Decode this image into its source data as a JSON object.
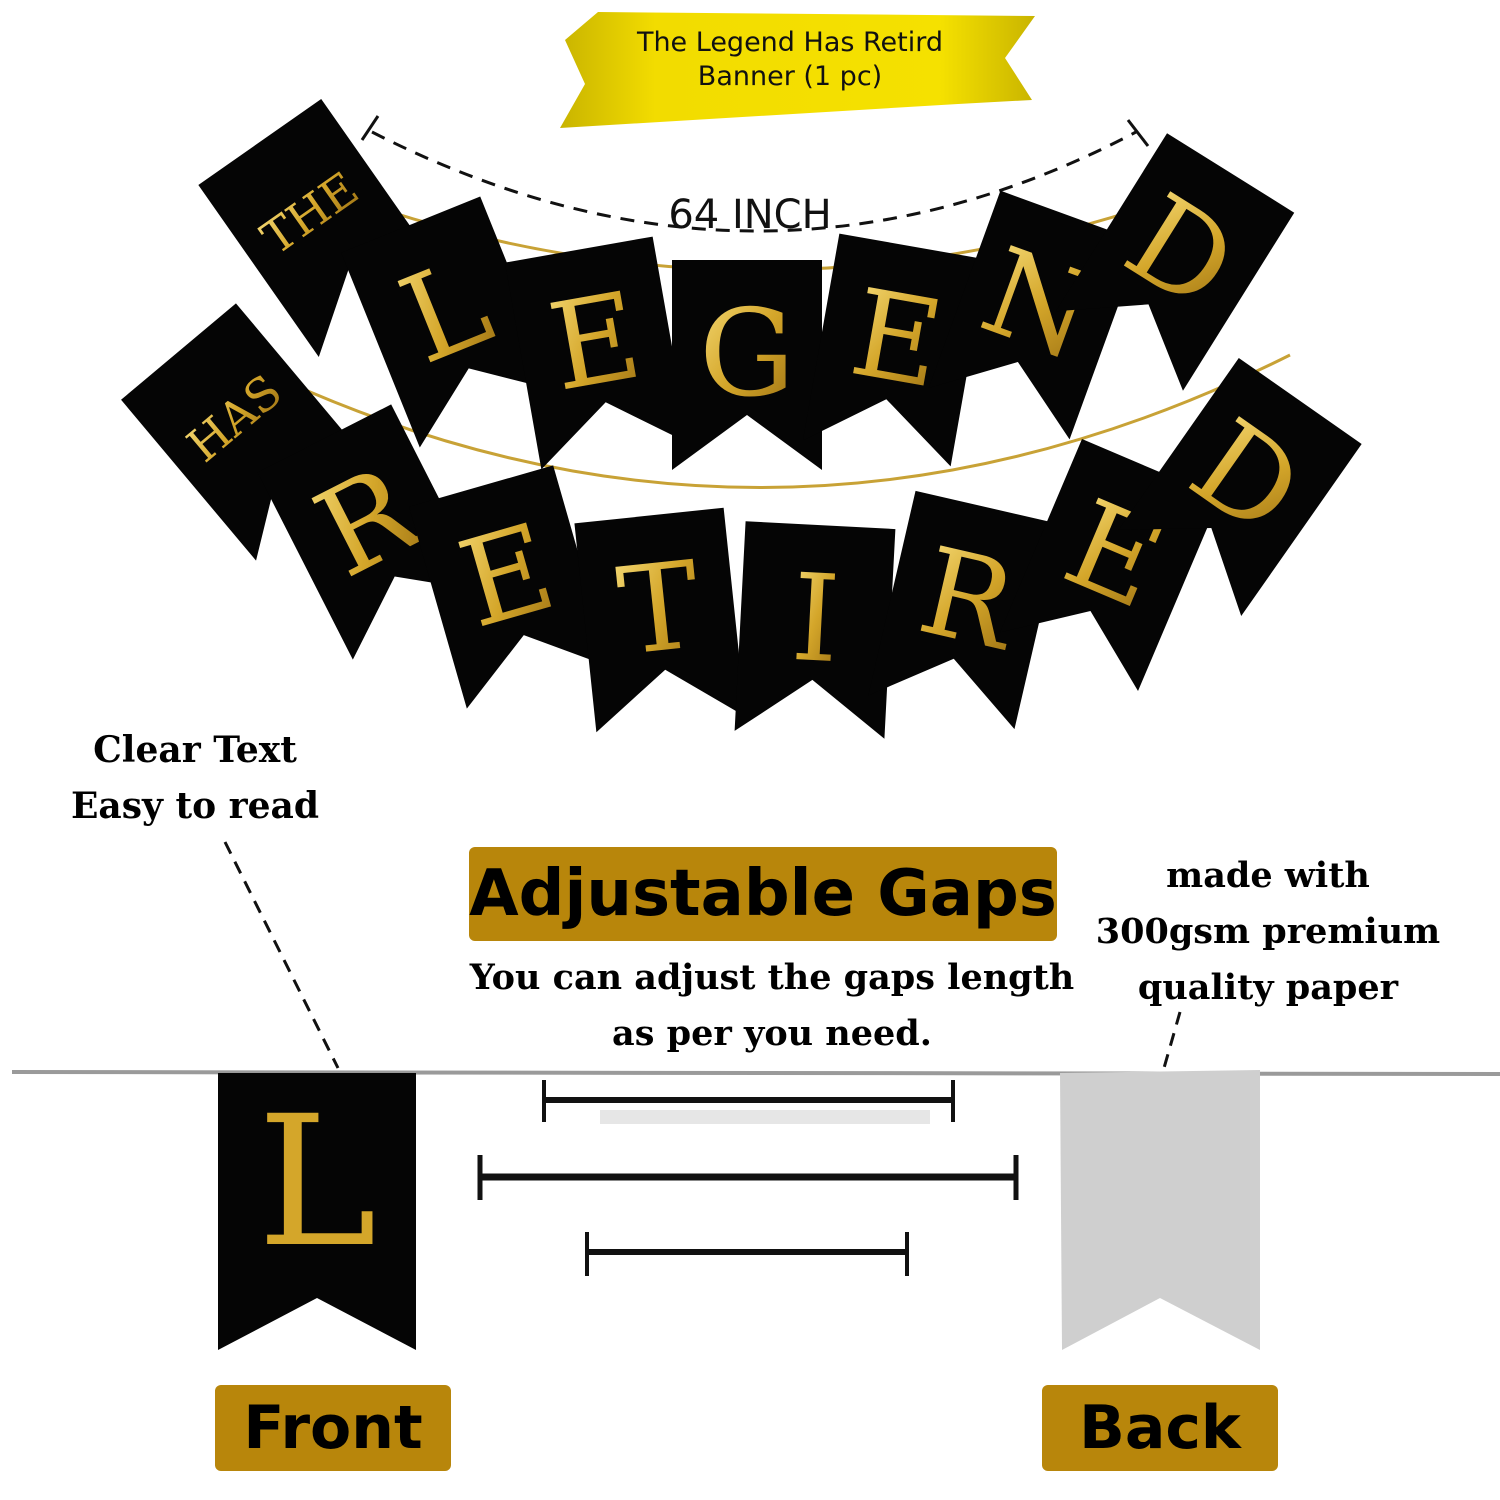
{
  "header": {
    "ribbon_text": "The Legend Has Retird Banner (1 pc)",
    "ribbon_color": "#f2dc00"
  },
  "dimension": {
    "label": "64 INCH"
  },
  "banner": {
    "row1": [
      "THE",
      "L",
      "E",
      "G",
      "E",
      "N",
      "D"
    ],
    "row2": [
      "HAS",
      "R",
      "E",
      "T",
      "I",
      "R",
      "E",
      "D"
    ],
    "pennant_color": "#050505",
    "letter_color": "#d4a62a"
  },
  "features": {
    "clear_text": "Clear Text Easy to read",
    "adjustable_title": "Adjustable Gaps",
    "adjustable_desc": "You can adjust the gaps length as per you need.",
    "paper_note": "made with 300gsm premium quality paper"
  },
  "samples": {
    "front_letter": "L",
    "front_label": "Front",
    "back_label": "Back",
    "front_color": "#050505",
    "back_color": "#cfcfcf",
    "tag_color": "#b8860b"
  }
}
